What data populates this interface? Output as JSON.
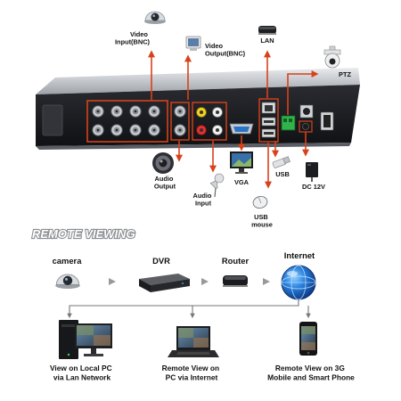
{
  "colors": {
    "connector_red": "#d8421b",
    "panel_dark": "#1b1c20",
    "panel_top": "#b8bcc2",
    "flow_arrow": "#888888",
    "branch_line": "#777777",
    "internet_blue": "#1a62c0"
  },
  "rear_panel": {
    "labels": {
      "video_input": [
        "Video",
        "Input(BNC)"
      ],
      "video_output": [
        "Video",
        "Output(BNC)"
      ],
      "lan": "LAN",
      "ptz": "PTZ",
      "audio_output": [
        "Audio",
        "Output"
      ],
      "vga": "VGA",
      "usb": "USB",
      "dc": "DC 12V",
      "audio_input": [
        "Audio",
        "Input"
      ],
      "usb_mouse": [
        "USB",
        "mouse"
      ]
    },
    "icons": {
      "video_input": "dome-camera-icon",
      "video_output": "crt-monitor-icon",
      "lan": "router-icon",
      "ptz": "ptz-camera-icon",
      "audio_output": "speaker-icon",
      "vga": "vga-monitor-icon",
      "usb": "usb-stick-icon",
      "dc": "power-adapter-icon",
      "audio_input": "microphone-icon",
      "usb_mouse": "mouse-icon"
    }
  },
  "remote_viewing": {
    "title": "REMOTE VIEWING",
    "chain": [
      {
        "label": "camera",
        "icon": "dome-camera-icon"
      },
      {
        "label": "DVR",
        "icon": "dvr-box-icon"
      },
      {
        "label": "Router",
        "icon": "router-icon"
      },
      {
        "label": "Internet",
        "icon": "globe-icon"
      }
    ],
    "endpoints": [
      {
        "lines": [
          "View on Local PC",
          "via Lan Network"
        ],
        "icon": "desktop-pc-icon"
      },
      {
        "lines": [
          "Remote View on",
          "PC via Internet"
        ],
        "icon": "laptop-icon"
      },
      {
        "lines": [
          "Remote View on 3G",
          "Mobile and Smart Phone"
        ],
        "icon": "smartphone-icon"
      }
    ]
  }
}
